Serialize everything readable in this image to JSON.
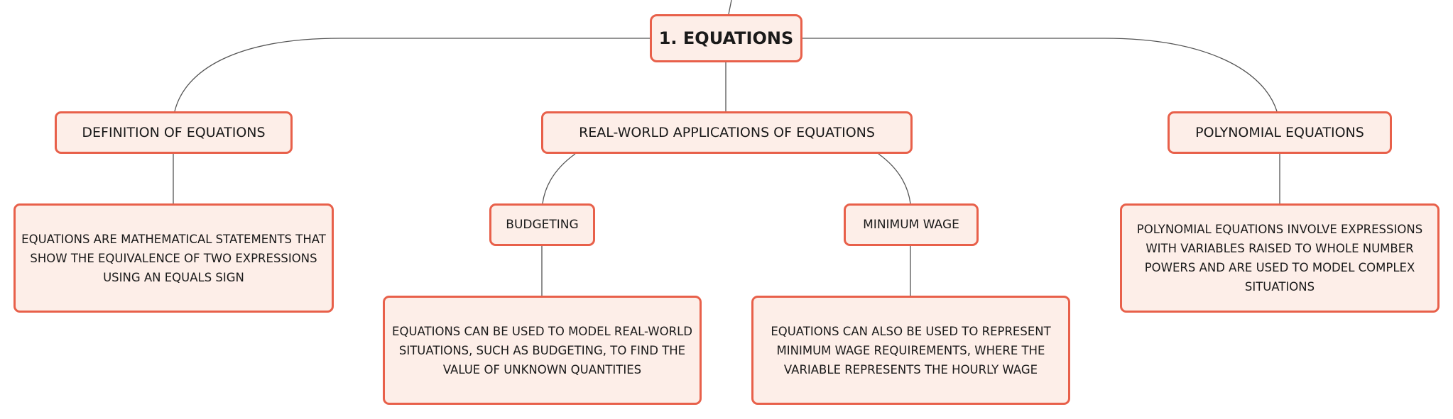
{
  "colors": {
    "node_fill": "#fdeee8",
    "node_border": "#e8604a",
    "connector": "#555555",
    "text": "#1a1a1a"
  },
  "mindmap": {
    "root": {
      "label": "1. EQUATIONS"
    },
    "definition": {
      "label": "DEFINITION OF EQUATIONS",
      "description": "EQUATIONS ARE MATHEMATICAL STATEMENTS THAT SHOW THE EQUIVALENCE OF TWO EXPRESSIONS USING AN EQUALS SIGN"
    },
    "applications": {
      "label": "REAL-WORLD APPLICATIONS OF EQUATIONS",
      "budgeting": {
        "label": "BUDGETING",
        "description": "EQUATIONS CAN BE USED TO MODEL REAL-WORLD SITUATIONS, SUCH AS BUDGETING, TO FIND THE VALUE OF UNKNOWN QUANTITIES"
      },
      "minimum_wage": {
        "label": "MINIMUM WAGE",
        "description": "EQUATIONS CAN ALSO BE USED TO REPRESENT MINIMUM WAGE REQUIREMENTS, WHERE THE VARIABLE REPRESENTS THE HOURLY WAGE"
      }
    },
    "polynomial": {
      "label": "POLYNOMIAL EQUATIONS",
      "description": "POLYNOMIAL EQUATIONS INVOLVE EXPRESSIONS WITH VARIABLES RAISED TO WHOLE NUMBER POWERS AND ARE USED TO MODEL COMPLEX SITUATIONS"
    }
  }
}
